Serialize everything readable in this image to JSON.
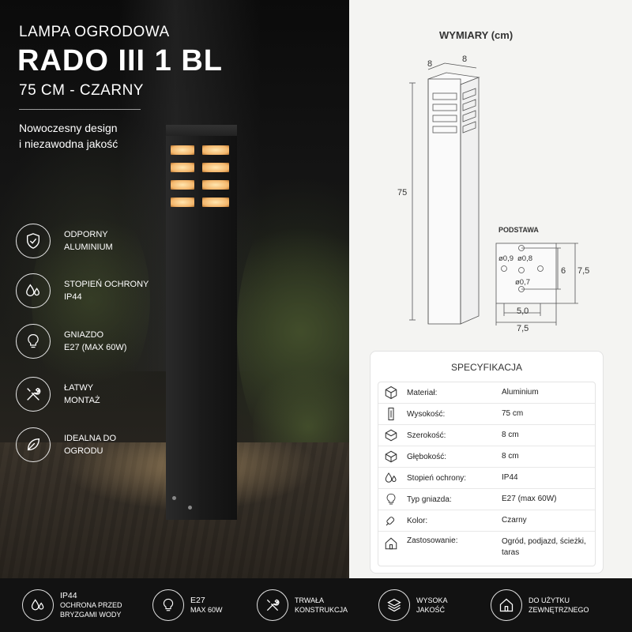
{
  "header": {
    "category": "LAMPA OGRODOWA",
    "model": "RADO III 1 BL",
    "variant": "75 CM - CZARNY",
    "tagline_line1": "Nowoczesny design",
    "tagline_line2": "i niezawodna jakość"
  },
  "features": [
    {
      "icon": "shield-check-icon",
      "line1": "ODPORNY",
      "line2": "ALUMINIUM"
    },
    {
      "icon": "water-drops-icon",
      "line1": "STOPIEŃ OCHRONY",
      "line2": "IP44"
    },
    {
      "icon": "lightbulb-icon",
      "line1": "GNIAZDO",
      "line2": "E27 (MAX 60W)"
    },
    {
      "icon": "tools-icon",
      "line1": "ŁATWY",
      "line2": "MONTAŻ"
    },
    {
      "icon": "leaf-icon",
      "line1": "IDEALNA DO",
      "line2": "OGRODU"
    }
  ],
  "dimensions": {
    "title": "WYMIARY (cm)",
    "width_a": "8",
    "width_b": "8",
    "height": "75",
    "base_label": "PODSTAWA",
    "hole_a": "ø0,9",
    "hole_b": "ø0,8",
    "hole_c": "ø0,7",
    "base_inner_h": "6",
    "base_outer_h": "7,5",
    "base_inner_w": "5,0",
    "base_outer_w": "7,5"
  },
  "specs": {
    "title": "SPECYFIKACJA",
    "rows": [
      {
        "icon": "cube-icon",
        "label": "Materiał:",
        "value": "Aluminium"
      },
      {
        "icon": "height-icon",
        "label": "Wysokość:",
        "value": "75 cm"
      },
      {
        "icon": "width-icon",
        "label": "Szerokość:",
        "value": "8 cm"
      },
      {
        "icon": "depth-icon",
        "label": "Głębokość:",
        "value": "8 cm"
      },
      {
        "icon": "water-drops-icon",
        "label": "Stopień ochrony:",
        "value": "IP44"
      },
      {
        "icon": "lightbulb-icon",
        "label": "Typ gniazda:",
        "value": "E27 (max 60W)"
      },
      {
        "icon": "paint-icon",
        "label": "Kolor:",
        "value": "Czarny"
      },
      {
        "icon": "house-icon",
        "label": "Zastosowanie:",
        "value": "Ogród, podjazd, ścieżki, taras"
      }
    ]
  },
  "bottom_bar": [
    {
      "icon": "water-drops-icon",
      "line1": "IP44",
      "line2": "OCHRONA PRZED",
      "line3": "BRYZGAMI WODY"
    },
    {
      "icon": "lightbulb-icon",
      "line1": "E27",
      "line2": "MAX 60W",
      "line3": ""
    },
    {
      "icon": "tools-icon",
      "line1": "",
      "line2": "TRWAŁA",
      "line3": "KONSTRUKCJA"
    },
    {
      "icon": "layers-icon",
      "line1": "",
      "line2": "WYSOKA",
      "line3": "JAKOŚĆ"
    },
    {
      "icon": "house-icon",
      "line1": "",
      "line2": "DO UŻYTKU",
      "line3": "ZEWNĘTRZNEGO"
    }
  ]
}
